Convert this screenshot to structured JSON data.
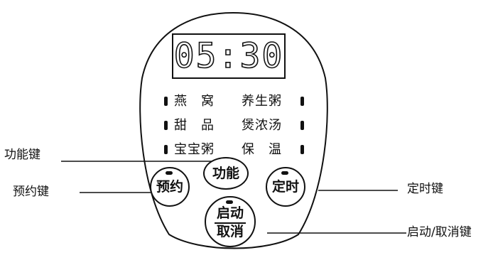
{
  "display": {
    "time": "05:30"
  },
  "modes": [
    {
      "left": "燕　窝",
      "right": "养生粥"
    },
    {
      "left": "甜　品",
      "right": "煲浓汤"
    },
    {
      "left": "宝宝粥",
      "right": "保　温"
    }
  ],
  "buttons": {
    "function": "功能",
    "reserve": "预约",
    "timer": "定时",
    "start_top": "启动",
    "start_bottom": "取消"
  },
  "callouts": {
    "function_key": "功能键",
    "reserve_key": "预约键",
    "timer_key": "定时键",
    "start_cancel_key": "启动/取消键"
  }
}
